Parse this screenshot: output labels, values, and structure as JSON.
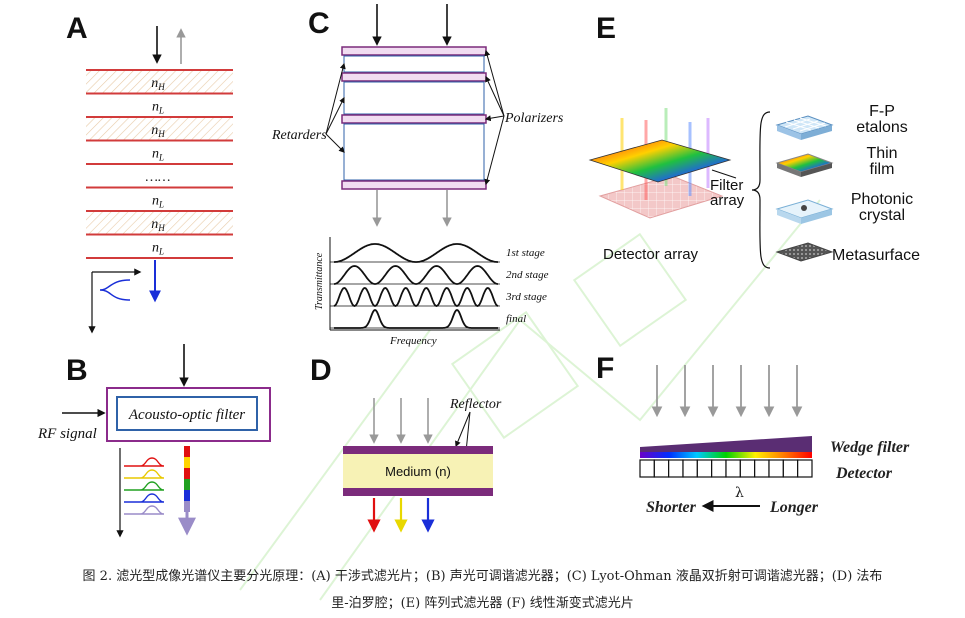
{
  "panels": {
    "A": {
      "letter": "A",
      "layers": [
        "nH",
        "nL",
        "nH",
        "nL",
        "……",
        "nL",
        "nH",
        "nL"
      ]
    },
    "B": {
      "letter": "B",
      "filter_label": "Acousto-optic filter",
      "rf_label": "RF signal"
    },
    "C": {
      "letter": "C",
      "retarders_label": "Retarders",
      "polarizers_label": "Polarizers",
      "y_label": "Transmittance",
      "x_label": "Frequency",
      "stages": [
        "1st stage",
        "2nd stage",
        "3rd stage",
        "final"
      ]
    },
    "D": {
      "letter": "D",
      "reflector_label": "Reflector",
      "medium_label": "Medium (n)"
    },
    "E": {
      "letter": "E",
      "filter_array_label": [
        "Filter",
        "array"
      ],
      "detector_array_label": "Detector array",
      "types": [
        {
          "lines": [
            "F-P",
            "etalons"
          ]
        },
        {
          "lines": [
            "Thin",
            "film"
          ]
        },
        {
          "lines": [
            "Photonic",
            "crystal"
          ]
        },
        {
          "lines": [
            "Metasurface"
          ]
        }
      ]
    },
    "F": {
      "letter": "F",
      "wedge_label": "Wedge filter",
      "detector_label": "Detector",
      "shorter_label": "Shorter",
      "longer_label": "Longer",
      "lambda": "λ"
    }
  },
  "caption": {
    "line1": "图 2. 滤光型成像光谱仪主要分光原理：(A) 干涉式滤光片；(B) 声光可调谐滤光器；(C) Lyot-Ohman 液晶双折射可调谐滤光器；(D) 法布",
    "line2": "里-泊罗腔；(E) 阵列式滤光器 (F) 线性渐变式滤光片"
  },
  "colors": {
    "red_layer": "#d23b3b",
    "purple": "#7b2b7b",
    "blue_frame": "#2f62a8",
    "medium_fill": "#f7f2b5",
    "wedge": "#5a2d73"
  }
}
